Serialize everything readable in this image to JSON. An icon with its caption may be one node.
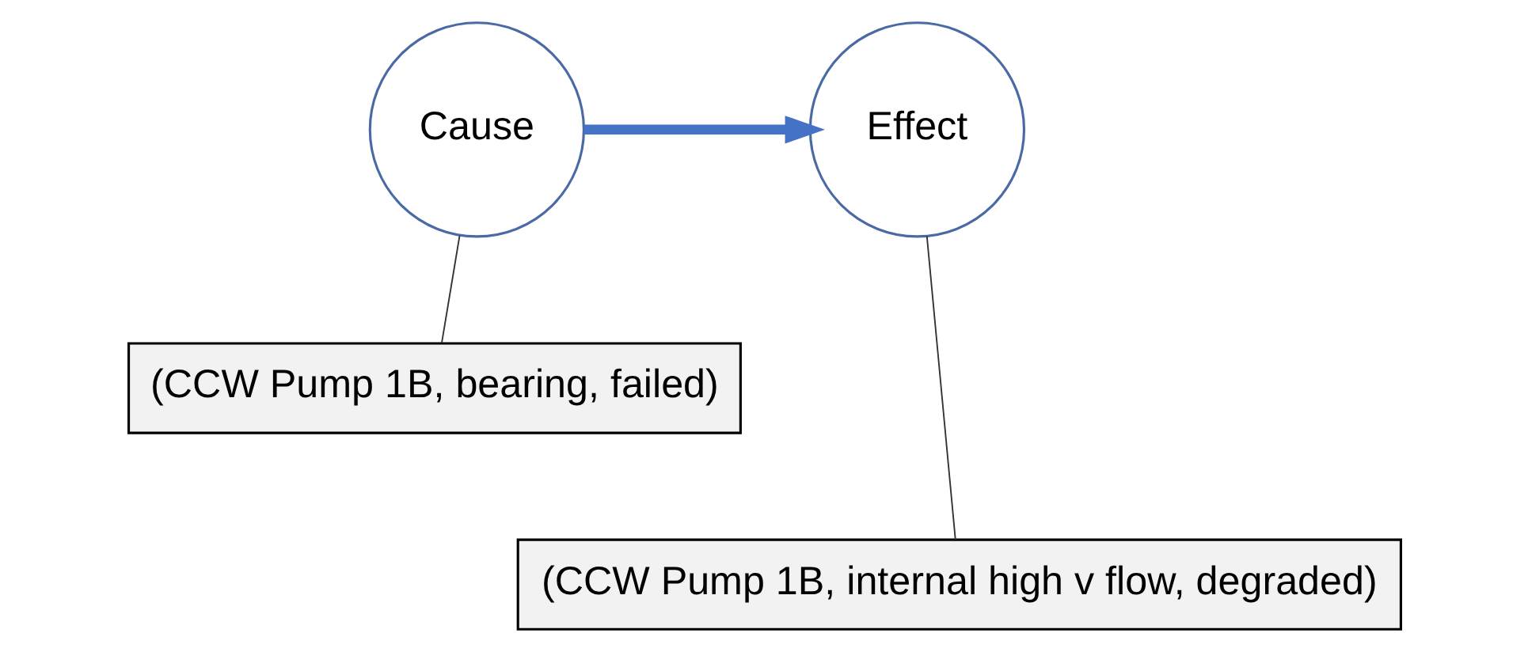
{
  "diagram": {
    "nodes": [
      {
        "text": [
          "Cause"
        ]
      },
      {
        "text": [
          "Effect"
        ]
      },
      {
        "text": [
          "(CCW Pump 1B, bearing, failed)"
        ]
      },
      {
        "text": [
          "(CCW Pump 1B, internal high v flow, degraded)"
        ]
      }
    ],
    "edges": [
      {
        "from": 0,
        "to": 1,
        "arrow": "to",
        "style": "thick",
        "color": "#4472c4"
      },
      {
        "from": 2,
        "to": 0,
        "arrow": "none"
      },
      {
        "from": 3,
        "to": 1,
        "arrow": "none"
      }
    ]
  }
}
